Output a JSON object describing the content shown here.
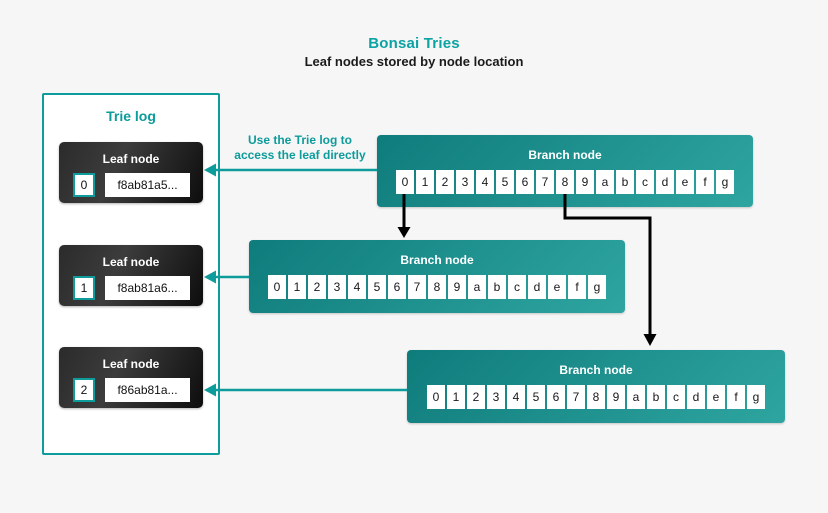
{
  "header": {
    "title": "Bonsai Tries",
    "subtitle": "Leaf nodes stored by node location"
  },
  "colors": {
    "background": "#f6f6f6",
    "accent_teal": "#0d9b9b",
    "branch_gradient_start": "#0f7c7c",
    "branch_gradient_end": "#2ea5a0",
    "leaf_card_dark": "#111111",
    "arrow_black": "#000000"
  },
  "trie_log": {
    "title": "Trie log",
    "leaves": [
      {
        "label": "Leaf node",
        "index": "0",
        "hash": "f8ab81a5..."
      },
      {
        "label": "Leaf node",
        "index": "1",
        "hash": "f8ab81a6..."
      },
      {
        "label": "Leaf node",
        "index": "2",
        "hash": "f86ab81a..."
      }
    ]
  },
  "annotation": {
    "line1": "Use the Trie log to",
    "line2": "access the leaf directly"
  },
  "branches": [
    {
      "title": "Branch node",
      "cells": [
        "0",
        "1",
        "2",
        "3",
        "4",
        "5",
        "6",
        "7",
        "8",
        "9",
        "a",
        "b",
        "c",
        "d",
        "e",
        "f",
        "g"
      ]
    },
    {
      "title": "Branch node",
      "cells": [
        "0",
        "1",
        "2",
        "3",
        "4",
        "5",
        "6",
        "7",
        "8",
        "9",
        "a",
        "b",
        "c",
        "d",
        "e",
        "f",
        "g"
      ]
    },
    {
      "title": "Branch node",
      "cells": [
        "0",
        "1",
        "2",
        "3",
        "4",
        "5",
        "6",
        "7",
        "8",
        "9",
        "a",
        "b",
        "c",
        "d",
        "e",
        "f",
        "g"
      ]
    }
  ]
}
